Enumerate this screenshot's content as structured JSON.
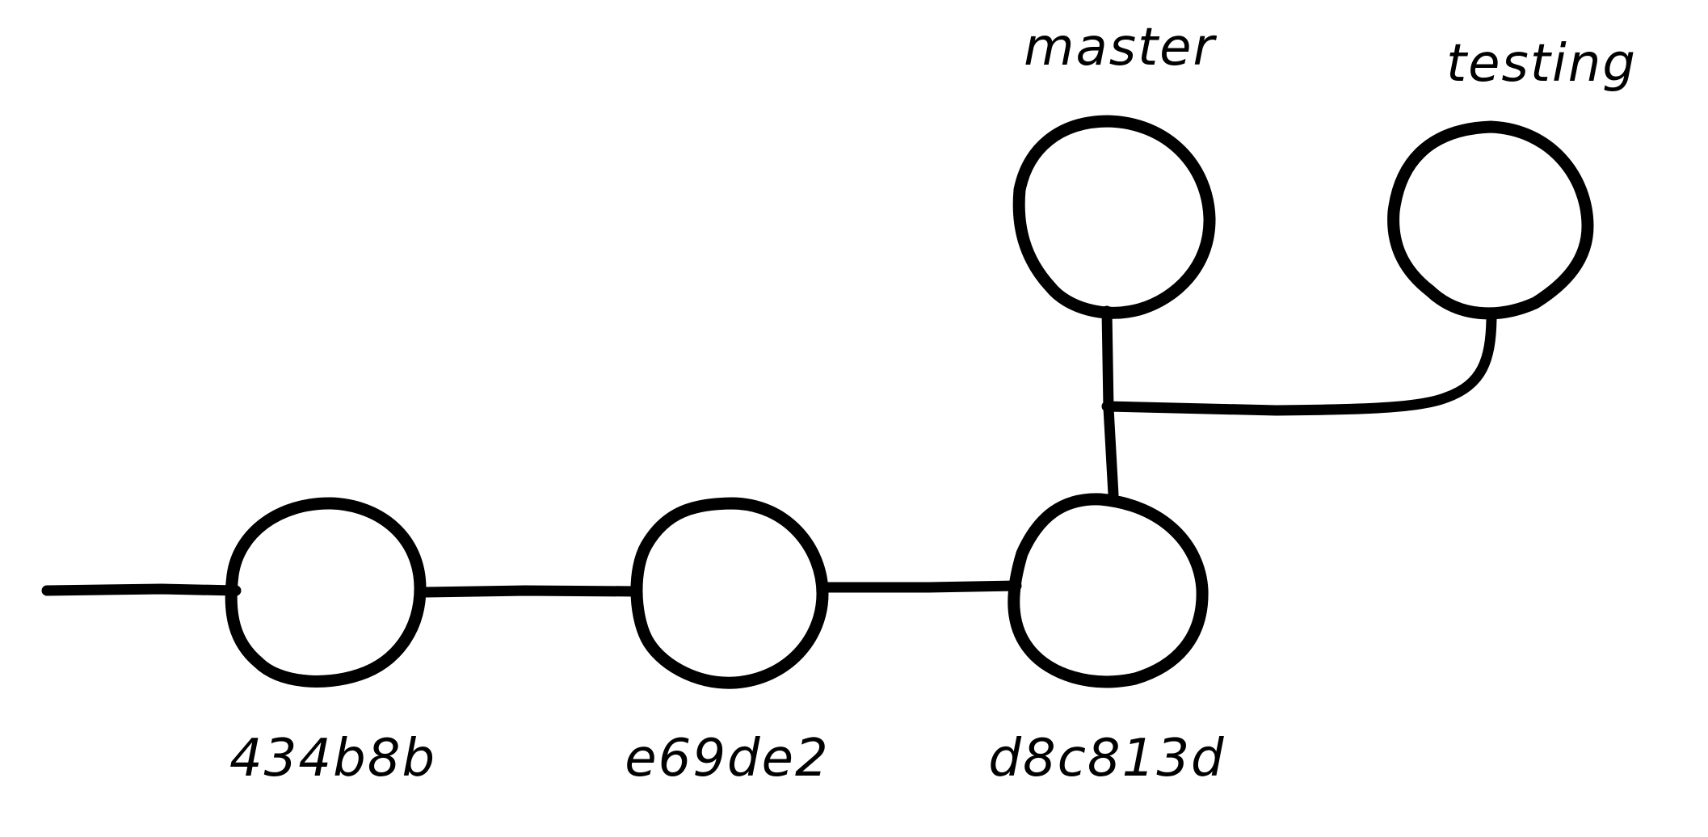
{
  "colors": {
    "ink": "#000000",
    "background": "#ffffff",
    "node_fill": "#ffffff"
  },
  "commits": [
    {
      "id": "434b8b"
    },
    {
      "id": "e69de2"
    },
    {
      "id": "d8c813d"
    }
  ],
  "branches": [
    {
      "name": "master",
      "points_to": "d8c813d"
    },
    {
      "name": "testing",
      "points_to": "d8c813d"
    }
  ]
}
